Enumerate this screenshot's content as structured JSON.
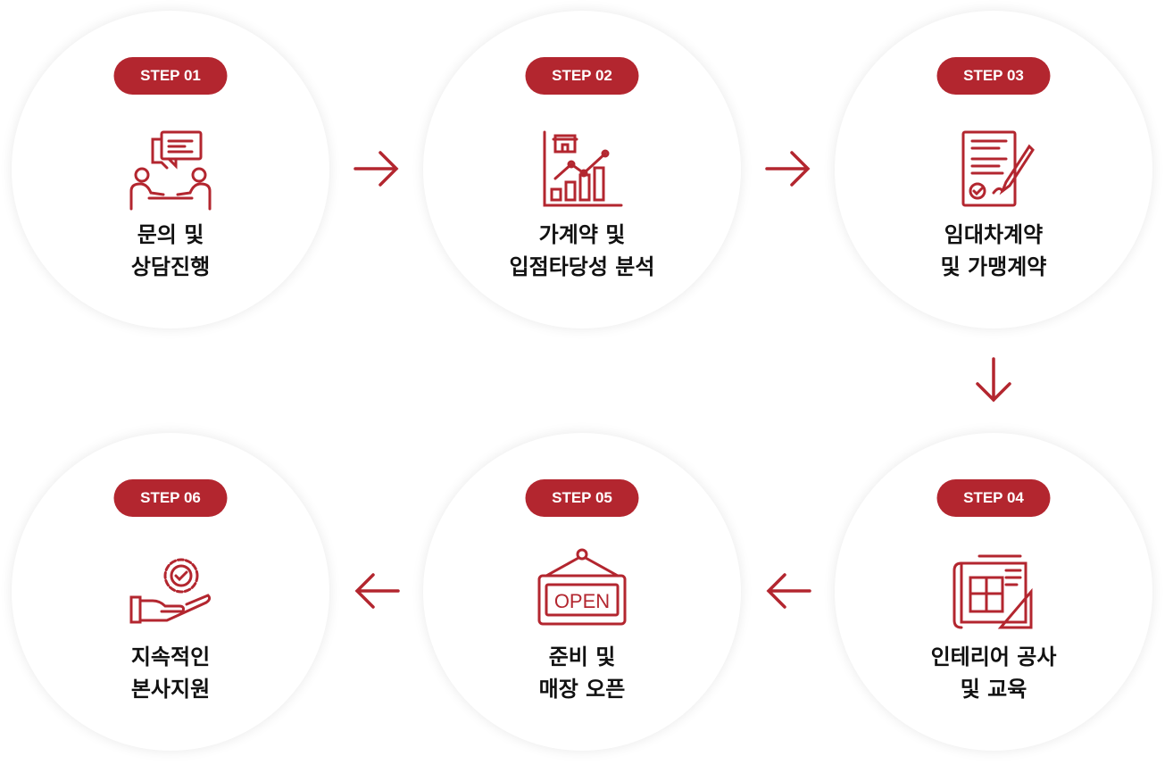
{
  "accent": "#b3262f",
  "steps": [
    {
      "badge": "STEP 01",
      "line1": "문의 및",
      "line2": "상담진행",
      "icon": "consultation-icon"
    },
    {
      "badge": "STEP 02",
      "line1": "가계약 및",
      "line2": "입점타당성 분석",
      "icon": "market-analysis-chart-icon"
    },
    {
      "badge": "STEP 03",
      "line1": "임대차계약",
      "line2": "및 가맹계약",
      "icon": "contract-signing-icon"
    },
    {
      "badge": "STEP 04",
      "line1": "인테리어 공사",
      "line2": "및 교육",
      "icon": "blueprint-icon"
    },
    {
      "badge": "STEP 05",
      "line1": "준비 및",
      "line2": "매장 오픈",
      "icon": "open-sign-icon"
    },
    {
      "badge": "STEP 06",
      "line1": "지속적인",
      "line2": "본사지원",
      "icon": "support-hand-gear-icon"
    }
  ],
  "open_sign_text": "OPEN"
}
